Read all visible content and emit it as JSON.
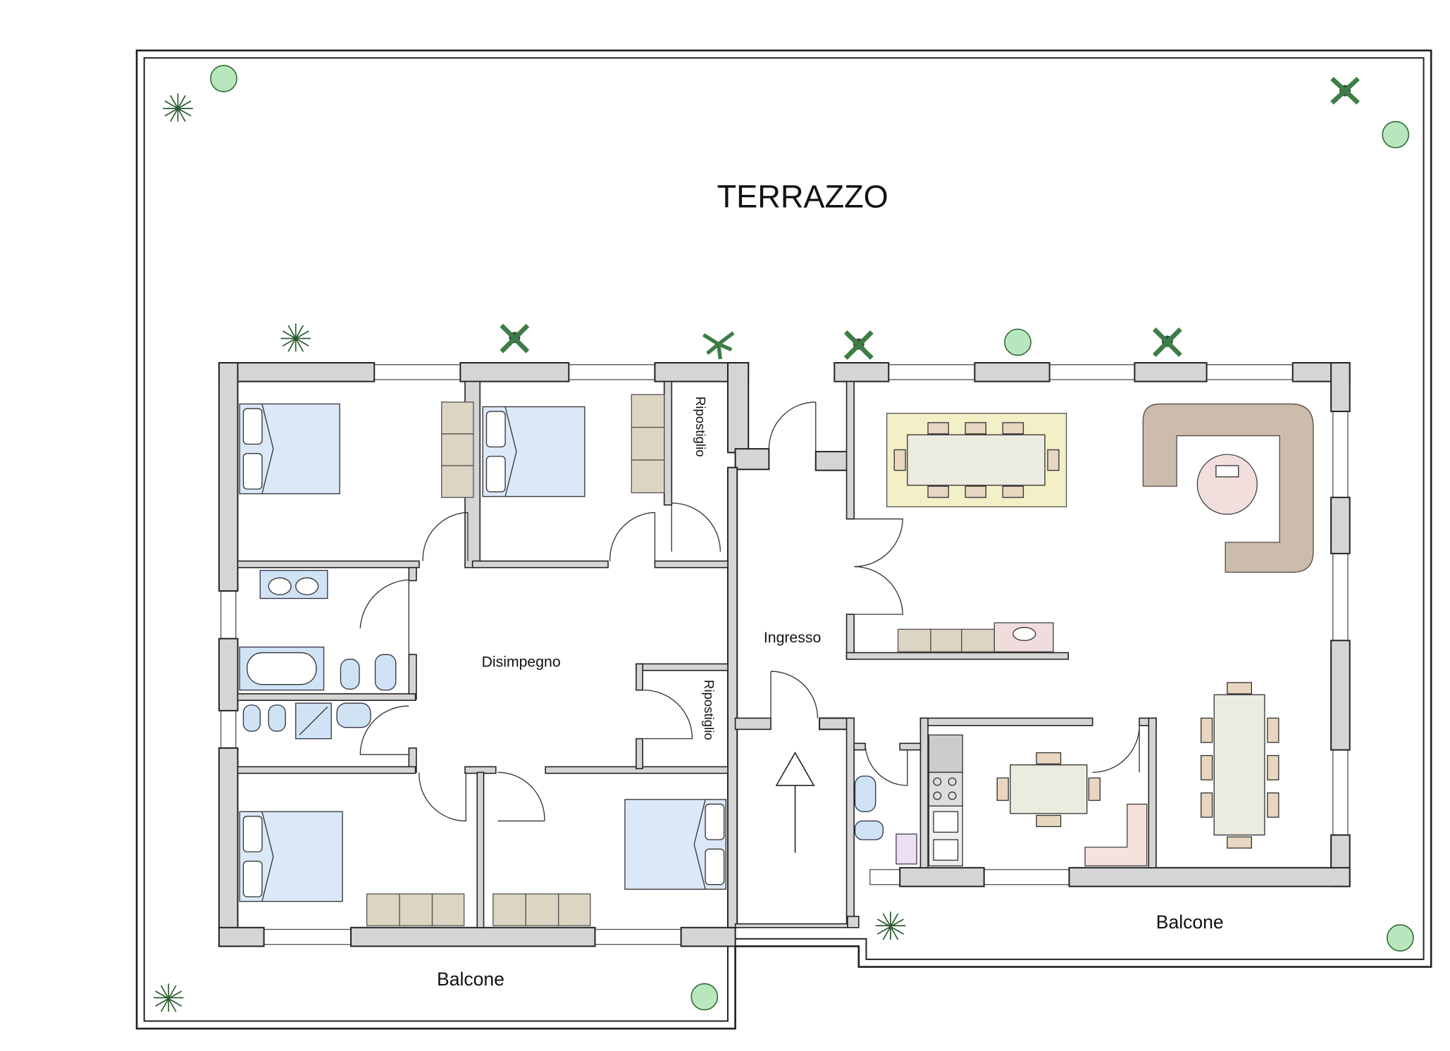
{
  "plan": {
    "title": "TERRAZZO",
    "rooms": {
      "storage_top": "Ripostiglio",
      "storage_mid": "Ripostiglio",
      "hallway": "Disimpegno",
      "entrance": "Ingresso",
      "balcony_left": "Balcone",
      "balcony_right": "Balcone"
    }
  },
  "colors": {
    "wall": "#d5d5d5",
    "bed": "#dbe8f8",
    "wardrobe": "#ddd5c3",
    "sofa": "#cbbcad",
    "rug": "#f3f0c8",
    "plant": "#b9e7bd"
  }
}
